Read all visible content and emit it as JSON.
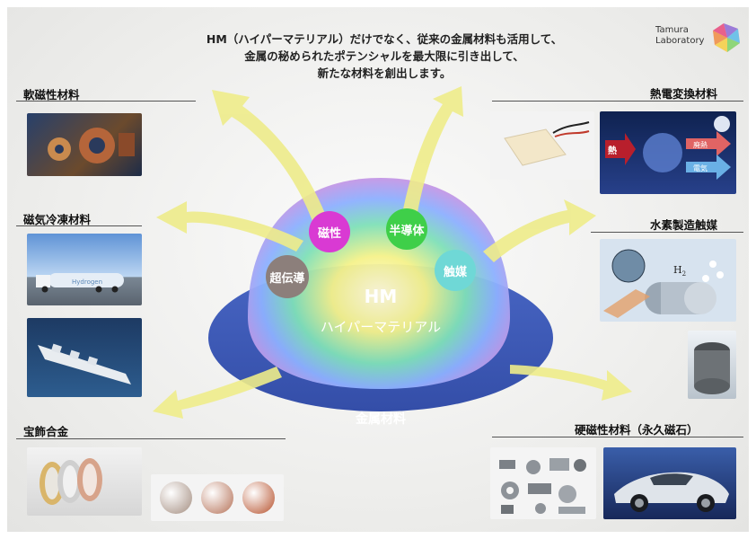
{
  "intro": {
    "line1": "HM（ハイパーマテリアル）だけでなく、従来の金属材料も活用して、",
    "line2": "金属の秘められたポテンシャルを最大限に引き出して、",
    "line3": "新たな材料を創出します。"
  },
  "logo": {
    "line1": "Tamura",
    "line2": "Laboratory"
  },
  "sections": {
    "soft_magnetic": "軟磁性材料",
    "magnetic_refrigeration": "磁気冷凍材料",
    "jewelry_alloy": "宝飾合金",
    "thermoelectric": "熱電変換材料",
    "hydrogen_catalyst": "水素製造触媒",
    "hard_magnetic": "硬磁性材料（永久磁石）"
  },
  "bubbles": {
    "magnetism": "磁性",
    "semiconductor": "半導体",
    "superconductor": "超伝導",
    "catalyst": "触媒"
  },
  "dome": {
    "title": "HM",
    "subtitle": "ハイパーマテリアル"
  },
  "base": {
    "label": "金属材料"
  },
  "photo_labels": {
    "truck_text": "Hydrogen",
    "heat_in": "熱",
    "waste_heat": "廃熱",
    "electricity": "電気",
    "h2": "H",
    "h2_sub": "2"
  },
  "colors": {
    "arrow": "#eeec8a",
    "base": "#3f5bb6",
    "magnetism": "#d93ad3",
    "semiconductor": "#3fcf49",
    "superconductor": "#8c7f7b",
    "catalyst": "#6fd8d6"
  }
}
